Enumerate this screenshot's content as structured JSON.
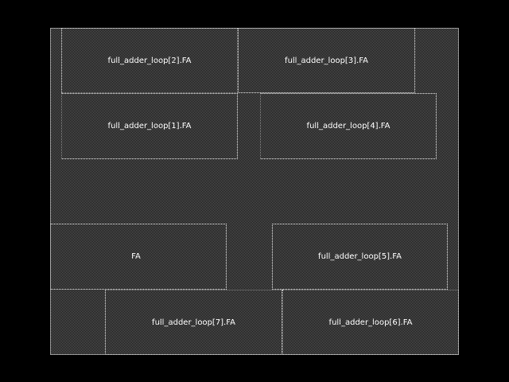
{
  "colors": {
    "background": "#000000",
    "die_fill_light": "#6e6e6e",
    "die_border": "#9a9a9a",
    "cell_border": "#bdbdbd",
    "label_text": "#ffffff"
  },
  "cells": [
    {
      "label": "full_adder_loop[2].FA"
    },
    {
      "label": "full_adder_loop[3].FA"
    },
    {
      "label": "full_adder_loop[1].FA"
    },
    {
      "label": "full_adder_loop[4].FA"
    },
    {
      "label": "FA"
    },
    {
      "label": "full_adder_loop[5].FA"
    },
    {
      "label": "full_adder_loop[7].FA"
    },
    {
      "label": "full_adder_loop[6].FA"
    }
  ]
}
